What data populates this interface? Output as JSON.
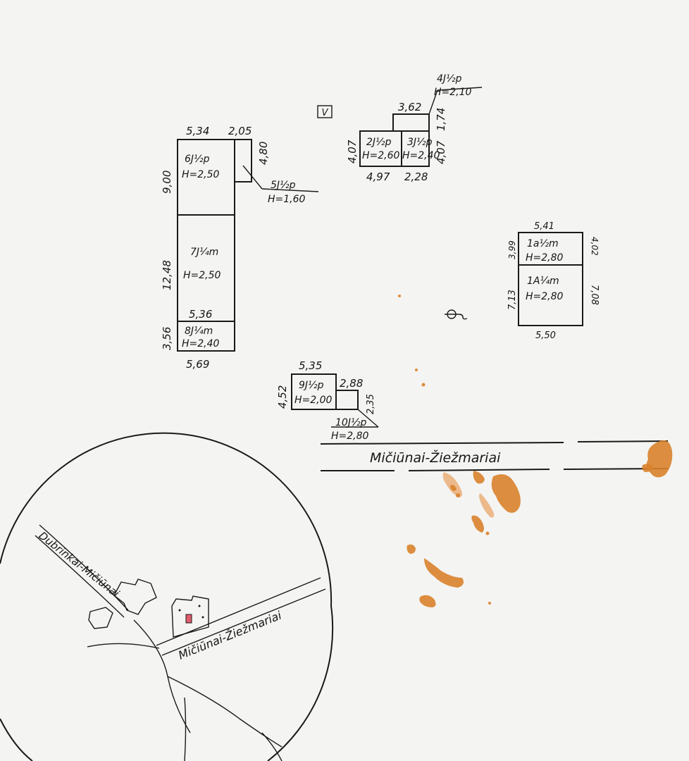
{
  "marker": "V",
  "colors": {
    "ink": "#1a1a1a",
    "paper": "#f4f4f2",
    "stain": "#d9822b",
    "highlight": "#e05a6a"
  },
  "building_a": {
    "dims": {
      "top_left": "5,34",
      "top_right": "2,05",
      "annex_side": "4,80",
      "side_upper": "9,00",
      "side_middle": "12,48",
      "inner_width": "5,36",
      "side_lower": "3,56",
      "bottom": "5,69"
    },
    "rooms": [
      {
        "name": "6J½p",
        "height": "H=2,50"
      },
      {
        "name": "7J¼m",
        "height": "H=2,50"
      },
      {
        "name": "8J¼m",
        "height": "H=2,40"
      }
    ],
    "annex": {
      "name": "5J½p",
      "height": "H=1,60"
    }
  },
  "building_b": {
    "dims": {
      "top": "3,62",
      "left": "4,07",
      "right_upper": "1,74",
      "right_lower": "4,07",
      "bottom_left": "4,97",
      "bottom_right": "2,28"
    },
    "rooms": [
      {
        "name": "2J½p",
        "height": "H=2,60"
      },
      {
        "name": "3J½p",
        "height": "H=2,40"
      }
    ],
    "leader": {
      "name": "4J½p",
      "height": "H=2,10"
    }
  },
  "building_c": {
    "dims": {
      "top": "5,41",
      "left_upper": "3,99",
      "right_upper": "4,02",
      "left_lower": "7,13",
      "right_lower": "7,08",
      "bottom": "5,50"
    },
    "rooms": [
      {
        "name": "1a½m",
        "height": "H=2,80"
      },
      {
        "name": "1A¼m",
        "height": "H=2,80"
      }
    ]
  },
  "building_d": {
    "dims": {
      "top": "5,35",
      "left": "4,52",
      "annex_top": "2,88",
      "annex_side": "2,35"
    },
    "rooms": [
      {
        "name": "9J½p",
        "height": "H=2,00"
      }
    ],
    "leader": {
      "name": "10J½p",
      "height": "H=2,80"
    }
  },
  "road_main": "Mičiūnai-Žiežmariai",
  "inset": {
    "road_a": "Dubrinkai-Mičiūnai",
    "road_b": "Mičiūnai-Žiežmariai"
  }
}
